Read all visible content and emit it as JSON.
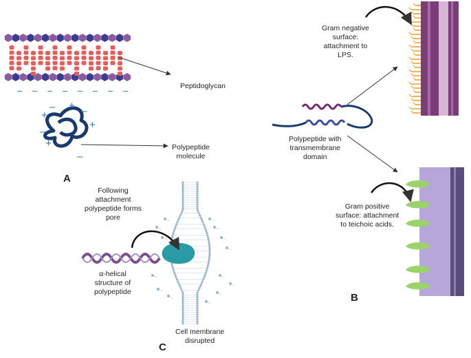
{
  "panels": {
    "a": "A",
    "b": "B",
    "c": "C"
  },
  "labels": {
    "peptidoglycan": "Peptidoglycan",
    "polypeptide_molecule": [
      "Polypeptide",
      "molecule"
    ],
    "polypeptide_transmembrane": [
      "Polypeptide with",
      "transmembrane",
      "domain"
    ],
    "gram_negative": [
      "Gram negative",
      "surface:",
      "attachment to",
      "LPS."
    ],
    "gram_positive": [
      "Gram positive",
      "surface: attachment",
      "to teichoic acids."
    ],
    "following_attachment": [
      "Following",
      "attachment",
      "polypeptide forms",
      "pore"
    ],
    "alpha_helical": [
      "α-helical",
      "structure of",
      "polypeptide"
    ],
    "cell_membrane": [
      "Cell membrane",
      "disrupted"
    ]
  },
  "charges": {
    "plus": "+",
    "minus": "–"
  },
  "colors": {
    "hexagon": "#8b5aa0",
    "peptide_bead": "#e0605e",
    "charge_blue": "#2f6fb0",
    "coil_navy": "#1a3a6e",
    "helix_purple": "#7a2a70",
    "helix_blue": "#3a4f9c",
    "lps_orange": "#f0a030",
    "gram_neg_wall": "#7a3d78",
    "gram_pos_wall": "#b7a6da",
    "teichoic_green": "#9bd36a",
    "pore_teal": "#2a9aa5",
    "membrane_head": "#9bb3c8",
    "arrow": "#333333"
  }
}
